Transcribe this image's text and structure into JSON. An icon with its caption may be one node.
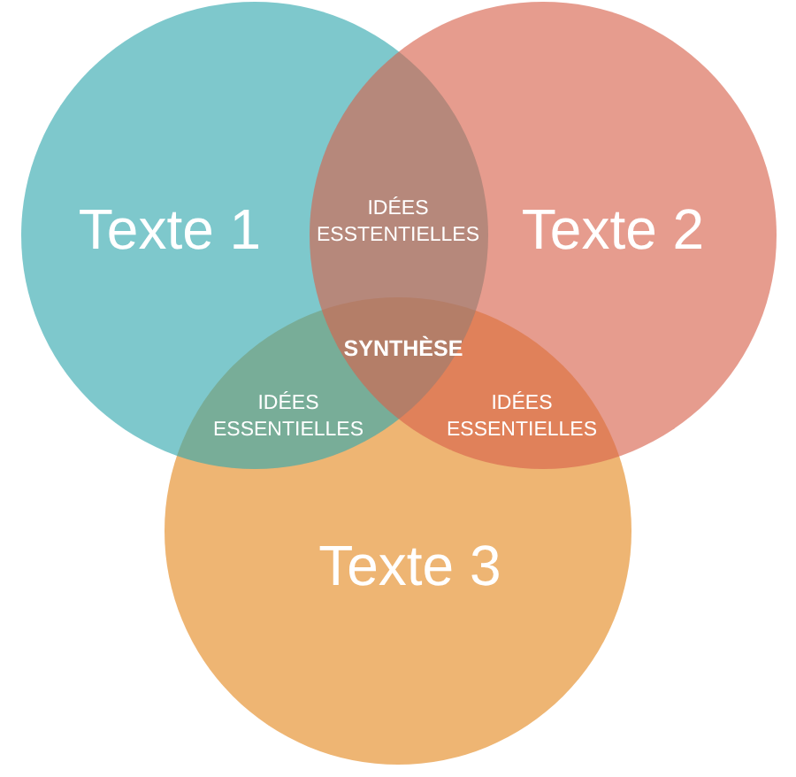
{
  "diagram": {
    "nodes": [
      {
        "text": [
          "Texte 1"
        ]
      },
      {
        "text": [
          "Texte 2"
        ]
      },
      {
        "text": [
          "Texte 3"
        ]
      }
    ],
    "labels": [
      "IDÉES ESSTENTIELLES",
      "SYNTHÈSE",
      "IDÉES ESSENTIELLES",
      "IDÉES ESSENTIELLES"
    ]
  }
}
